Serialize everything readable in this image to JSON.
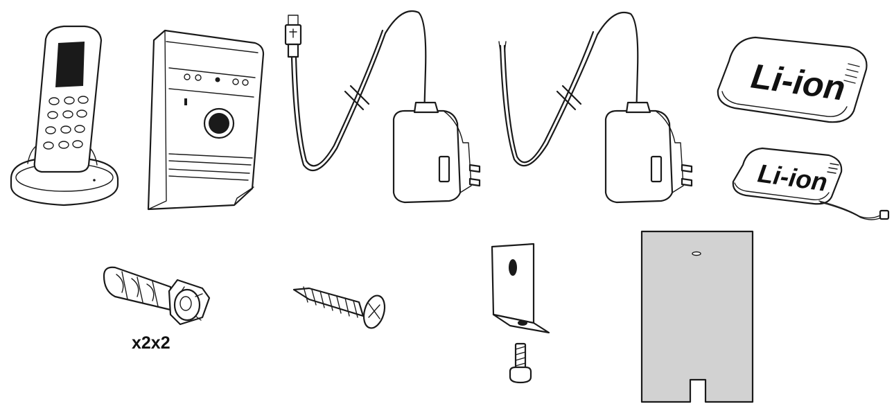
{
  "items": {
    "handset": {
      "name": "handset-with-charging-base"
    },
    "outdoor_unit": {
      "name": "outdoor-door-unit"
    },
    "usb_adapter": {
      "name": "usb-power-adapter"
    },
    "wire_adapter": {
      "name": "bare-wire-power-adapter"
    },
    "battery_large": {
      "label": "Li-ion"
    },
    "battery_small": {
      "label": "Li-ion"
    },
    "wall_plug": {
      "quantity": "x2x2"
    },
    "screw": {
      "name": "wood-screw"
    },
    "bracket": {
      "name": "l-bracket-with-screw"
    },
    "mount_plate": {
      "name": "mounting-plate"
    }
  },
  "colors": {
    "line": "#1a1a1a",
    "plate_fill": "#d2d2d2",
    "screen_fill": "#141414",
    "background": "#ffffff"
  }
}
